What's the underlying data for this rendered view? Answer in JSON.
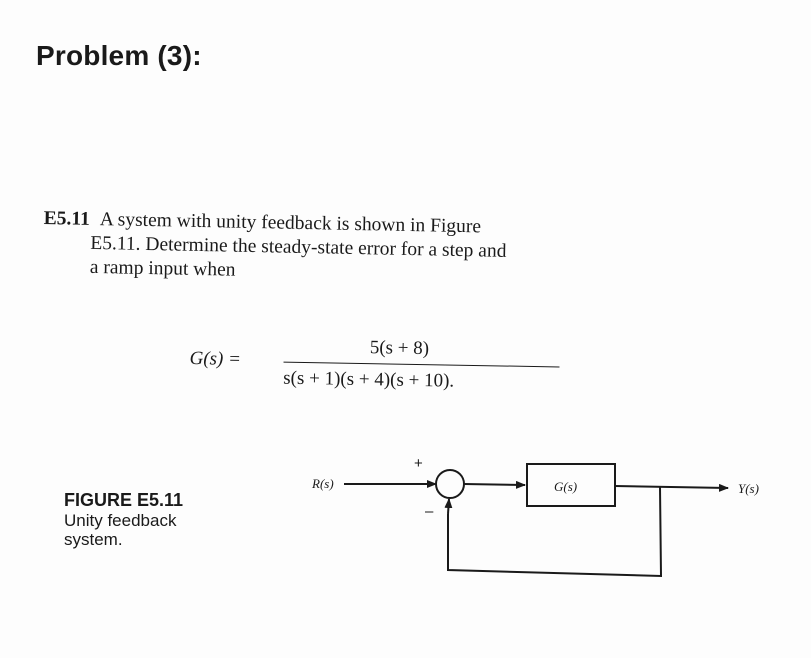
{
  "heading": "Problem (3):",
  "problem": {
    "number": "E5.11",
    "line1": "A system with unity feedback is shown in Figure",
    "line2": "E5.11. Determine the steady-state error for a step and",
    "line3": "a ramp input when"
  },
  "equation": {
    "lhs": "G(s) =",
    "numerator": "5(s + 8)",
    "denominator": "s(s + 1)(s + 4)(s + 10)",
    "end_punct": "."
  },
  "figure": {
    "title": "FIGURE E5.11",
    "caption": "Unity feedback system.",
    "input_label": "R(s)",
    "block_label": "G(s)",
    "output_label": "Y(s)",
    "plus_sign": "+",
    "minus_sign": "–"
  }
}
